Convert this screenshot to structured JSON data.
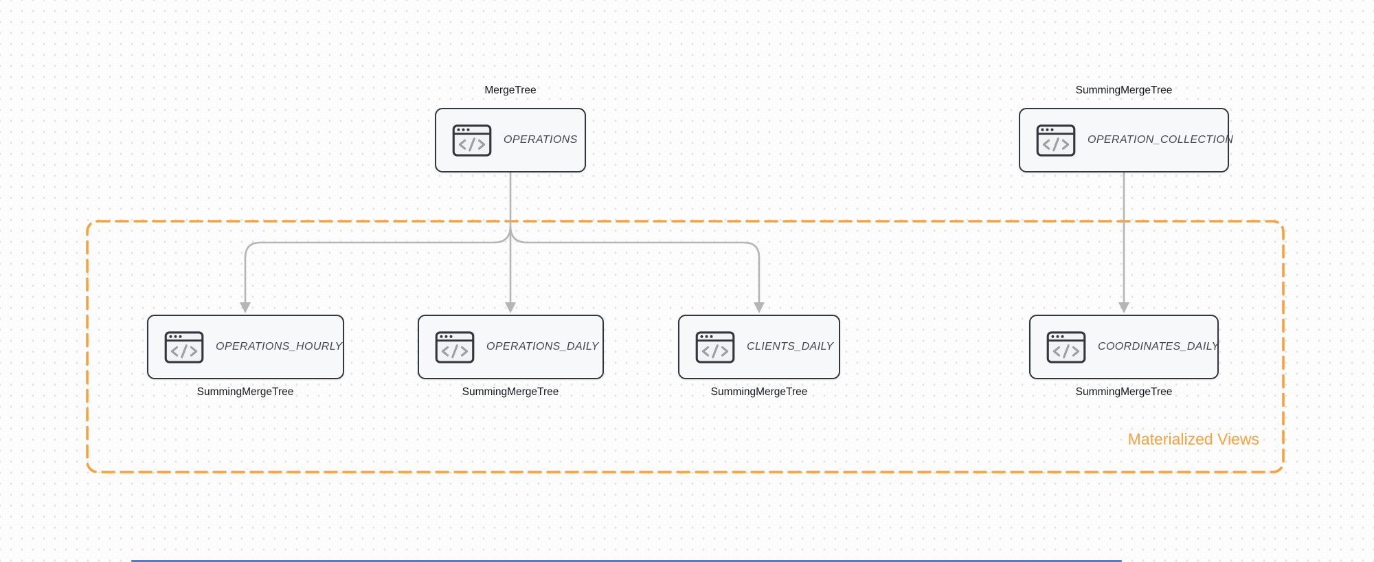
{
  "colors": {
    "canvas-bg": "#fcfcfc",
    "grid-dot": "#e4e5e9",
    "node-border": "#31373d",
    "node-fill": "#f7f8f9",
    "node-text": "#42474d",
    "icon-gray": "#9aa0a6",
    "label-text": "#14171a",
    "arrow": "#b5b5b5",
    "accent-orange": "#f9a13c",
    "scrollbar-blue": "#3c7ef3"
  },
  "diagram": {
    "group_label": "Materialized Views",
    "nodes": [
      {
        "id": "operations",
        "label": "OPERATIONS",
        "engine": "MergeTree",
        "engine_position": "top"
      },
      {
        "id": "operation_collection",
        "label": "OPERATION_COLLECTION",
        "engine": "SummingMergeTree",
        "engine_position": "top"
      },
      {
        "id": "operations_hourly",
        "label": "OPERATIONS_HOURLY",
        "engine": "SummingMergeTree",
        "engine_position": "bottom"
      },
      {
        "id": "operations_daily",
        "label": "OPERATIONS_DAILY",
        "engine": "SummingMergeTree",
        "engine_position": "bottom"
      },
      {
        "id": "clients_daily",
        "label": "CLIENTS_DAILY",
        "engine": "SummingMergeTree",
        "engine_position": "bottom"
      },
      {
        "id": "coordinates_daily",
        "label": "COORDINATES_DAILY",
        "engine": "SummingMergeTree",
        "engine_position": "bottom"
      }
    ],
    "edges": [
      {
        "from": "OPERATIONS",
        "to": "OPERATIONS_HOURLY"
      },
      {
        "from": "OPERATIONS",
        "to": "OPERATIONS_DAILY"
      },
      {
        "from": "OPERATIONS",
        "to": "CLIENTS_DAILY"
      },
      {
        "from": "OPERATION_COLLECTION",
        "to": "COORDINATES_DAILY"
      }
    ]
  }
}
